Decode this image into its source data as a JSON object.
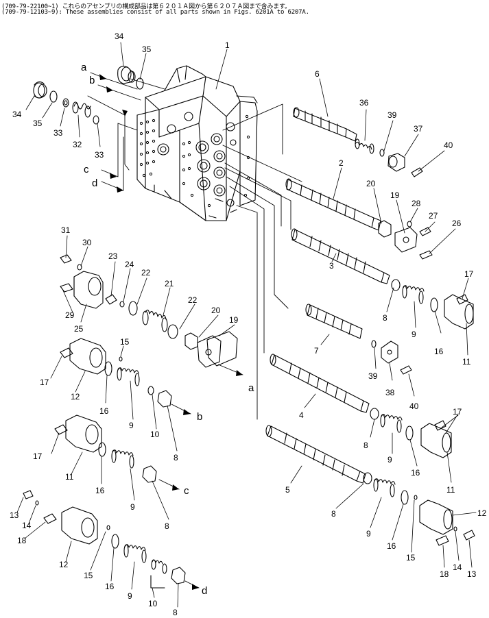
{
  "header": {
    "line1": "(709-79-22100~1)  これらのアセンブリの構成部品は第６２０１Ａ図から第６２０７Ａ図まで含みます。",
    "line2": "(709-79-12103~9): These assemblies consist of all parts shown in Figs. 6201A to 6207A."
  },
  "callouts": [
    {
      "id": "c1",
      "text": "1"
    },
    {
      "id": "c34a",
      "text": "34"
    },
    {
      "id": "c35a",
      "text": "35"
    },
    {
      "id": "c34b",
      "text": "34"
    },
    {
      "id": "c35b",
      "text": "35"
    },
    {
      "id": "c33a",
      "text": "33"
    },
    {
      "id": "c32",
      "text": "32"
    },
    {
      "id": "c33b",
      "text": "33"
    },
    {
      "id": "ca1",
      "text": "a"
    },
    {
      "id": "cb1",
      "text": "b"
    },
    {
      "id": "cc1",
      "text": "c"
    },
    {
      "id": "cd1",
      "text": "d"
    },
    {
      "id": "c6",
      "text": "6"
    },
    {
      "id": "c36",
      "text": "36"
    },
    {
      "id": "c39a",
      "text": "39"
    },
    {
      "id": "c37",
      "text": "37"
    },
    {
      "id": "c40a",
      "text": "40"
    },
    {
      "id": "c2",
      "text": "2"
    },
    {
      "id": "c20a",
      "text": "20"
    },
    {
      "id": "c19a",
      "text": "19"
    },
    {
      "id": "c28",
      "text": "28"
    },
    {
      "id": "c27",
      "text": "27"
    },
    {
      "id": "c26",
      "text": "26"
    },
    {
      "id": "c31",
      "text": "31"
    },
    {
      "id": "c30",
      "text": "30"
    },
    {
      "id": "c23",
      "text": "23"
    },
    {
      "id": "c24",
      "text": "24"
    },
    {
      "id": "c22a",
      "text": "22"
    },
    {
      "id": "c21",
      "text": "21"
    },
    {
      "id": "c22b",
      "text": "22"
    },
    {
      "id": "c20b",
      "text": "20"
    },
    {
      "id": "c19b",
      "text": "19"
    },
    {
      "id": "c29",
      "text": "29"
    },
    {
      "id": "c25",
      "text": "25"
    },
    {
      "id": "c3",
      "text": "3"
    },
    {
      "id": "c17a",
      "text": "17"
    },
    {
      "id": "c8a",
      "text": "8"
    },
    {
      "id": "c9a",
      "text": "9"
    },
    {
      "id": "c16a",
      "text": "16"
    },
    {
      "id": "c11a",
      "text": "11"
    },
    {
      "id": "c7",
      "text": "7"
    },
    {
      "id": "c39b",
      "text": "39"
    },
    {
      "id": "c38",
      "text": "38"
    },
    {
      "id": "c40b",
      "text": "40"
    },
    {
      "id": "c15a",
      "text": "15"
    },
    {
      "id": "c17b",
      "text": "17"
    },
    {
      "id": "c12a",
      "text": "12"
    },
    {
      "id": "c16b",
      "text": "16"
    },
    {
      "id": "c9b",
      "text": "9"
    },
    {
      "id": "c10a",
      "text": "10"
    },
    {
      "id": "c8b",
      "text": "8"
    },
    {
      "id": "cb2",
      "text": "b"
    },
    {
      "id": "ca2",
      "text": "a"
    },
    {
      "id": "c4",
      "text": "4"
    },
    {
      "id": "c17c",
      "text": "17"
    },
    {
      "id": "c8c",
      "text": "8"
    },
    {
      "id": "c9c",
      "text": "9"
    },
    {
      "id": "c16c",
      "text": "16"
    },
    {
      "id": "c11b",
      "text": "11"
    },
    {
      "id": "c17d",
      "text": "17"
    },
    {
      "id": "c11c",
      "text": "11"
    },
    {
      "id": "c16d",
      "text": "16"
    },
    {
      "id": "c9d",
      "text": "9"
    },
    {
      "id": "c8d",
      "text": "8"
    },
    {
      "id": "cc2",
      "text": "c"
    },
    {
      "id": "c5",
      "text": "5"
    },
    {
      "id": "c8e",
      "text": "8"
    },
    {
      "id": "c9e",
      "text": "9"
    },
    {
      "id": "c16e",
      "text": "16"
    },
    {
      "id": "c15b",
      "text": "15"
    },
    {
      "id": "c12b",
      "text": "12"
    },
    {
      "id": "c14a",
      "text": "14"
    },
    {
      "id": "c13a",
      "text": "13"
    },
    {
      "id": "c18a",
      "text": "18"
    },
    {
      "id": "c13b",
      "text": "13"
    },
    {
      "id": "c14b",
      "text": "14"
    },
    {
      "id": "c18b",
      "text": "18"
    },
    {
      "id": "c12c",
      "text": "12"
    },
    {
      "id": "c15c",
      "text": "15"
    },
    {
      "id": "c16f",
      "text": "16"
    },
    {
      "id": "c9f",
      "text": "9"
    },
    {
      "id": "c10b",
      "text": "10"
    },
    {
      "id": "c8f",
      "text": "8"
    },
    {
      "id": "cd2",
      "text": "d"
    }
  ]
}
